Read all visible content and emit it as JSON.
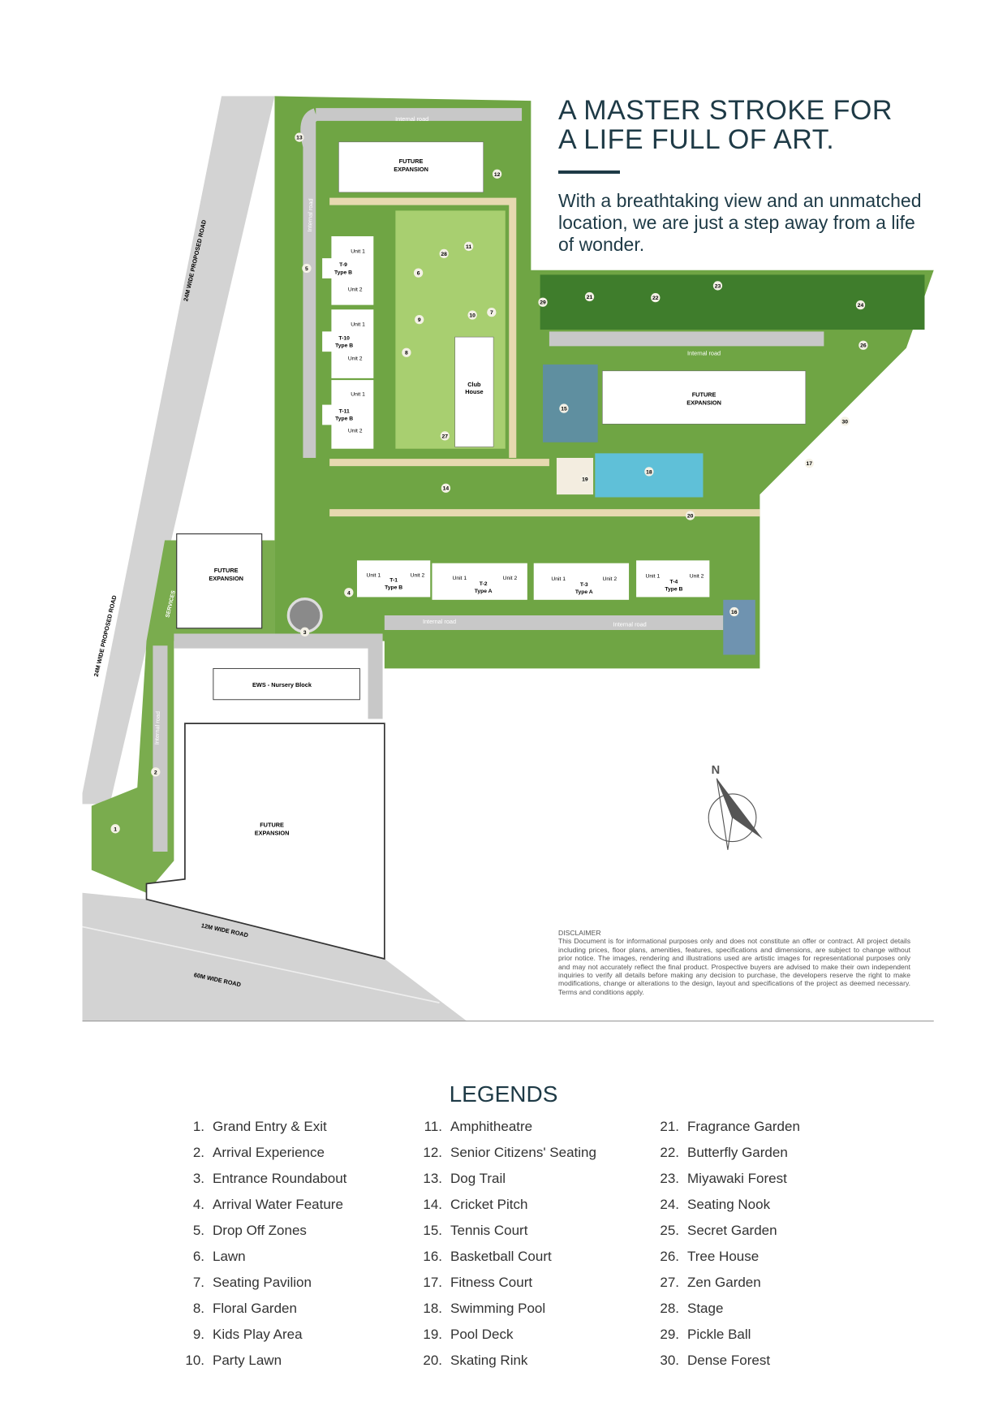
{
  "headline": {
    "line1": "A MASTER STROKE FOR",
    "line2": "A LIFE FULL OF ART."
  },
  "subtitle": "With a breathtaking view and an unmatched location, we are just a step away from a life of wonder.",
  "colors": {
    "text": "#1e3a46",
    "green": "#6fa544",
    "road": "#cfcfcf",
    "water": "#5fc0d8",
    "court": "#5f8fa0"
  },
  "map": {
    "roads": {
      "left": "24M WIDE PROPOSED ROAD",
      "left_lower": "24M WIDE PROPOSED ROAD",
      "bottom1": "12M WIDE ROAD",
      "bottom2": "60M WIDE ROAD",
      "internal": "Internal road",
      "services": "SERVICES"
    },
    "buildings": {
      "future": "FUTURE",
      "expansion": "EXPANSION",
      "club1": "Club",
      "club2": "House",
      "ews": "EWS - Nursery Block",
      "unit1": "Unit 1",
      "unit2": "Unit 2",
      "t9": "T-9",
      "t10": "T-10",
      "t11": "T-11",
      "t1": "T-1",
      "t2": "T-2",
      "t3": "T-3",
      "t4": "T-4",
      "typeA": "Type A",
      "typeB": "Type B"
    },
    "compass": "N",
    "markers": [
      "1",
      "2",
      "3",
      "4",
      "5",
      "6",
      "7",
      "8",
      "9",
      "10",
      "11",
      "12",
      "13",
      "14",
      "15",
      "16",
      "17",
      "18",
      "19",
      "20",
      "21",
      "22",
      "23",
      "24",
      "26",
      "27",
      "28",
      "29",
      "30"
    ]
  },
  "disclaimer": {
    "title": "DISCLAIMER",
    "text": "This Document is for informational purposes only and does not constitute an offer or contract. All project details including prices, floor plans, amenities, features, specifications and dimensions, are subject to change without prior notice. The images, rendering and illustrations used are artistic images for representational purposes only and may not accurately reflect the final product. Prospective buyers are advised to make their own independent inquiries to verify all details before making any decision to purchase, the developers reserve the right to make modifications, change or alterations to the design, layout and specifications of the project as deemed necessary. Terms and conditions apply."
  },
  "legend": {
    "title": "LEGENDS",
    "items": [
      {
        "n": "1.",
        "label": "Grand Entry & Exit"
      },
      {
        "n": "2.",
        "label": "Arrival Experience"
      },
      {
        "n": "3.",
        "label": "Entrance Roundabout"
      },
      {
        "n": "4.",
        "label": "Arrival Water Feature"
      },
      {
        "n": "5.",
        "label": "Drop Off Zones"
      },
      {
        "n": "6.",
        "label": "Lawn"
      },
      {
        "n": "7.",
        "label": "Seating Pavilion"
      },
      {
        "n": "8.",
        "label": "Floral Garden"
      },
      {
        "n": "9.",
        "label": "Kids Play Area"
      },
      {
        "n": "10.",
        "label": "Party Lawn"
      },
      {
        "n": "11.",
        "label": "Amphitheatre"
      },
      {
        "n": "12.",
        "label": "Senior Citizens' Seating"
      },
      {
        "n": "13.",
        "label": "Dog Trail"
      },
      {
        "n": "14.",
        "label": "Cricket Pitch"
      },
      {
        "n": "15.",
        "label": "Tennis Court"
      },
      {
        "n": "16.",
        "label": "Basketball Court"
      },
      {
        "n": "17.",
        "label": "Fitness Court"
      },
      {
        "n": "18.",
        "label": "Swimming Pool"
      },
      {
        "n": "19.",
        "label": "Pool Deck"
      },
      {
        "n": "20.",
        "label": "Skating Rink"
      },
      {
        "n": "21.",
        "label": "Fragrance Garden"
      },
      {
        "n": "22.",
        "label": "Butterfly Garden"
      },
      {
        "n": "23.",
        "label": "Miyawaki Forest"
      },
      {
        "n": "24.",
        "label": "Seating Nook"
      },
      {
        "n": "25.",
        "label": "Secret Garden"
      },
      {
        "n": "26.",
        "label": "Tree House"
      },
      {
        "n": "27.",
        "label": "Zen Garden"
      },
      {
        "n": "28.",
        "label": "Stage"
      },
      {
        "n": "29.",
        "label": "Pickle Ball"
      },
      {
        "n": "30.",
        "label": "Dense Forest"
      }
    ]
  }
}
